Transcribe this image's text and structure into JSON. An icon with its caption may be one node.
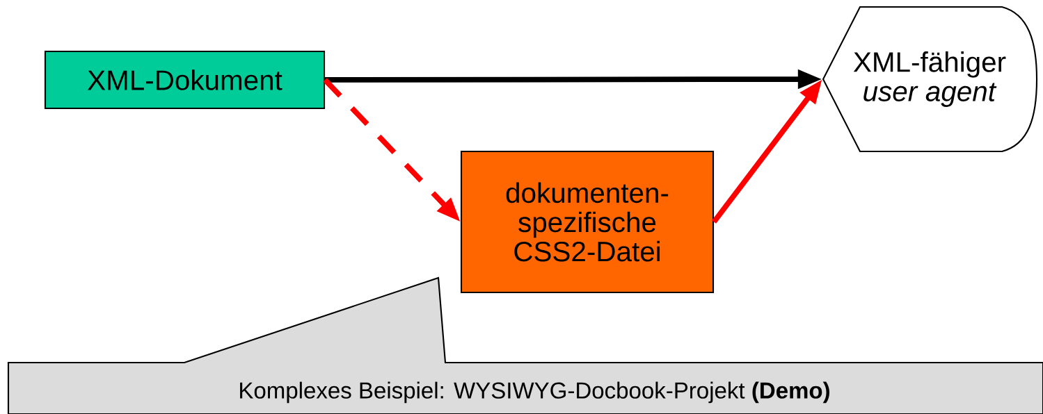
{
  "diagram": {
    "nodes": [
      {
        "text": [
          "XML-Dokument"
        ]
      },
      {
        "text": [
          "XML-fähiger *user agent*"
        ]
      },
      {
        "text": [
          "dokumenten- spezifische CSS2-Datei"
        ]
      },
      {
        "text": [
          "Komplexes Beispiel: WYSIWYG-Docbook-Projekt **(Demo)**"
        ]
      }
    ],
    "edges": [
      {
        "from": 0,
        "to": 1,
        "arrow": "to",
        "color": "#000000"
      },
      {
        "from": 0,
        "to": 2,
        "arrow": "to",
        "style": "dashed"
      },
      {
        "from": 2,
        "to": 1,
        "arrow": "to"
      }
    ]
  }
}
